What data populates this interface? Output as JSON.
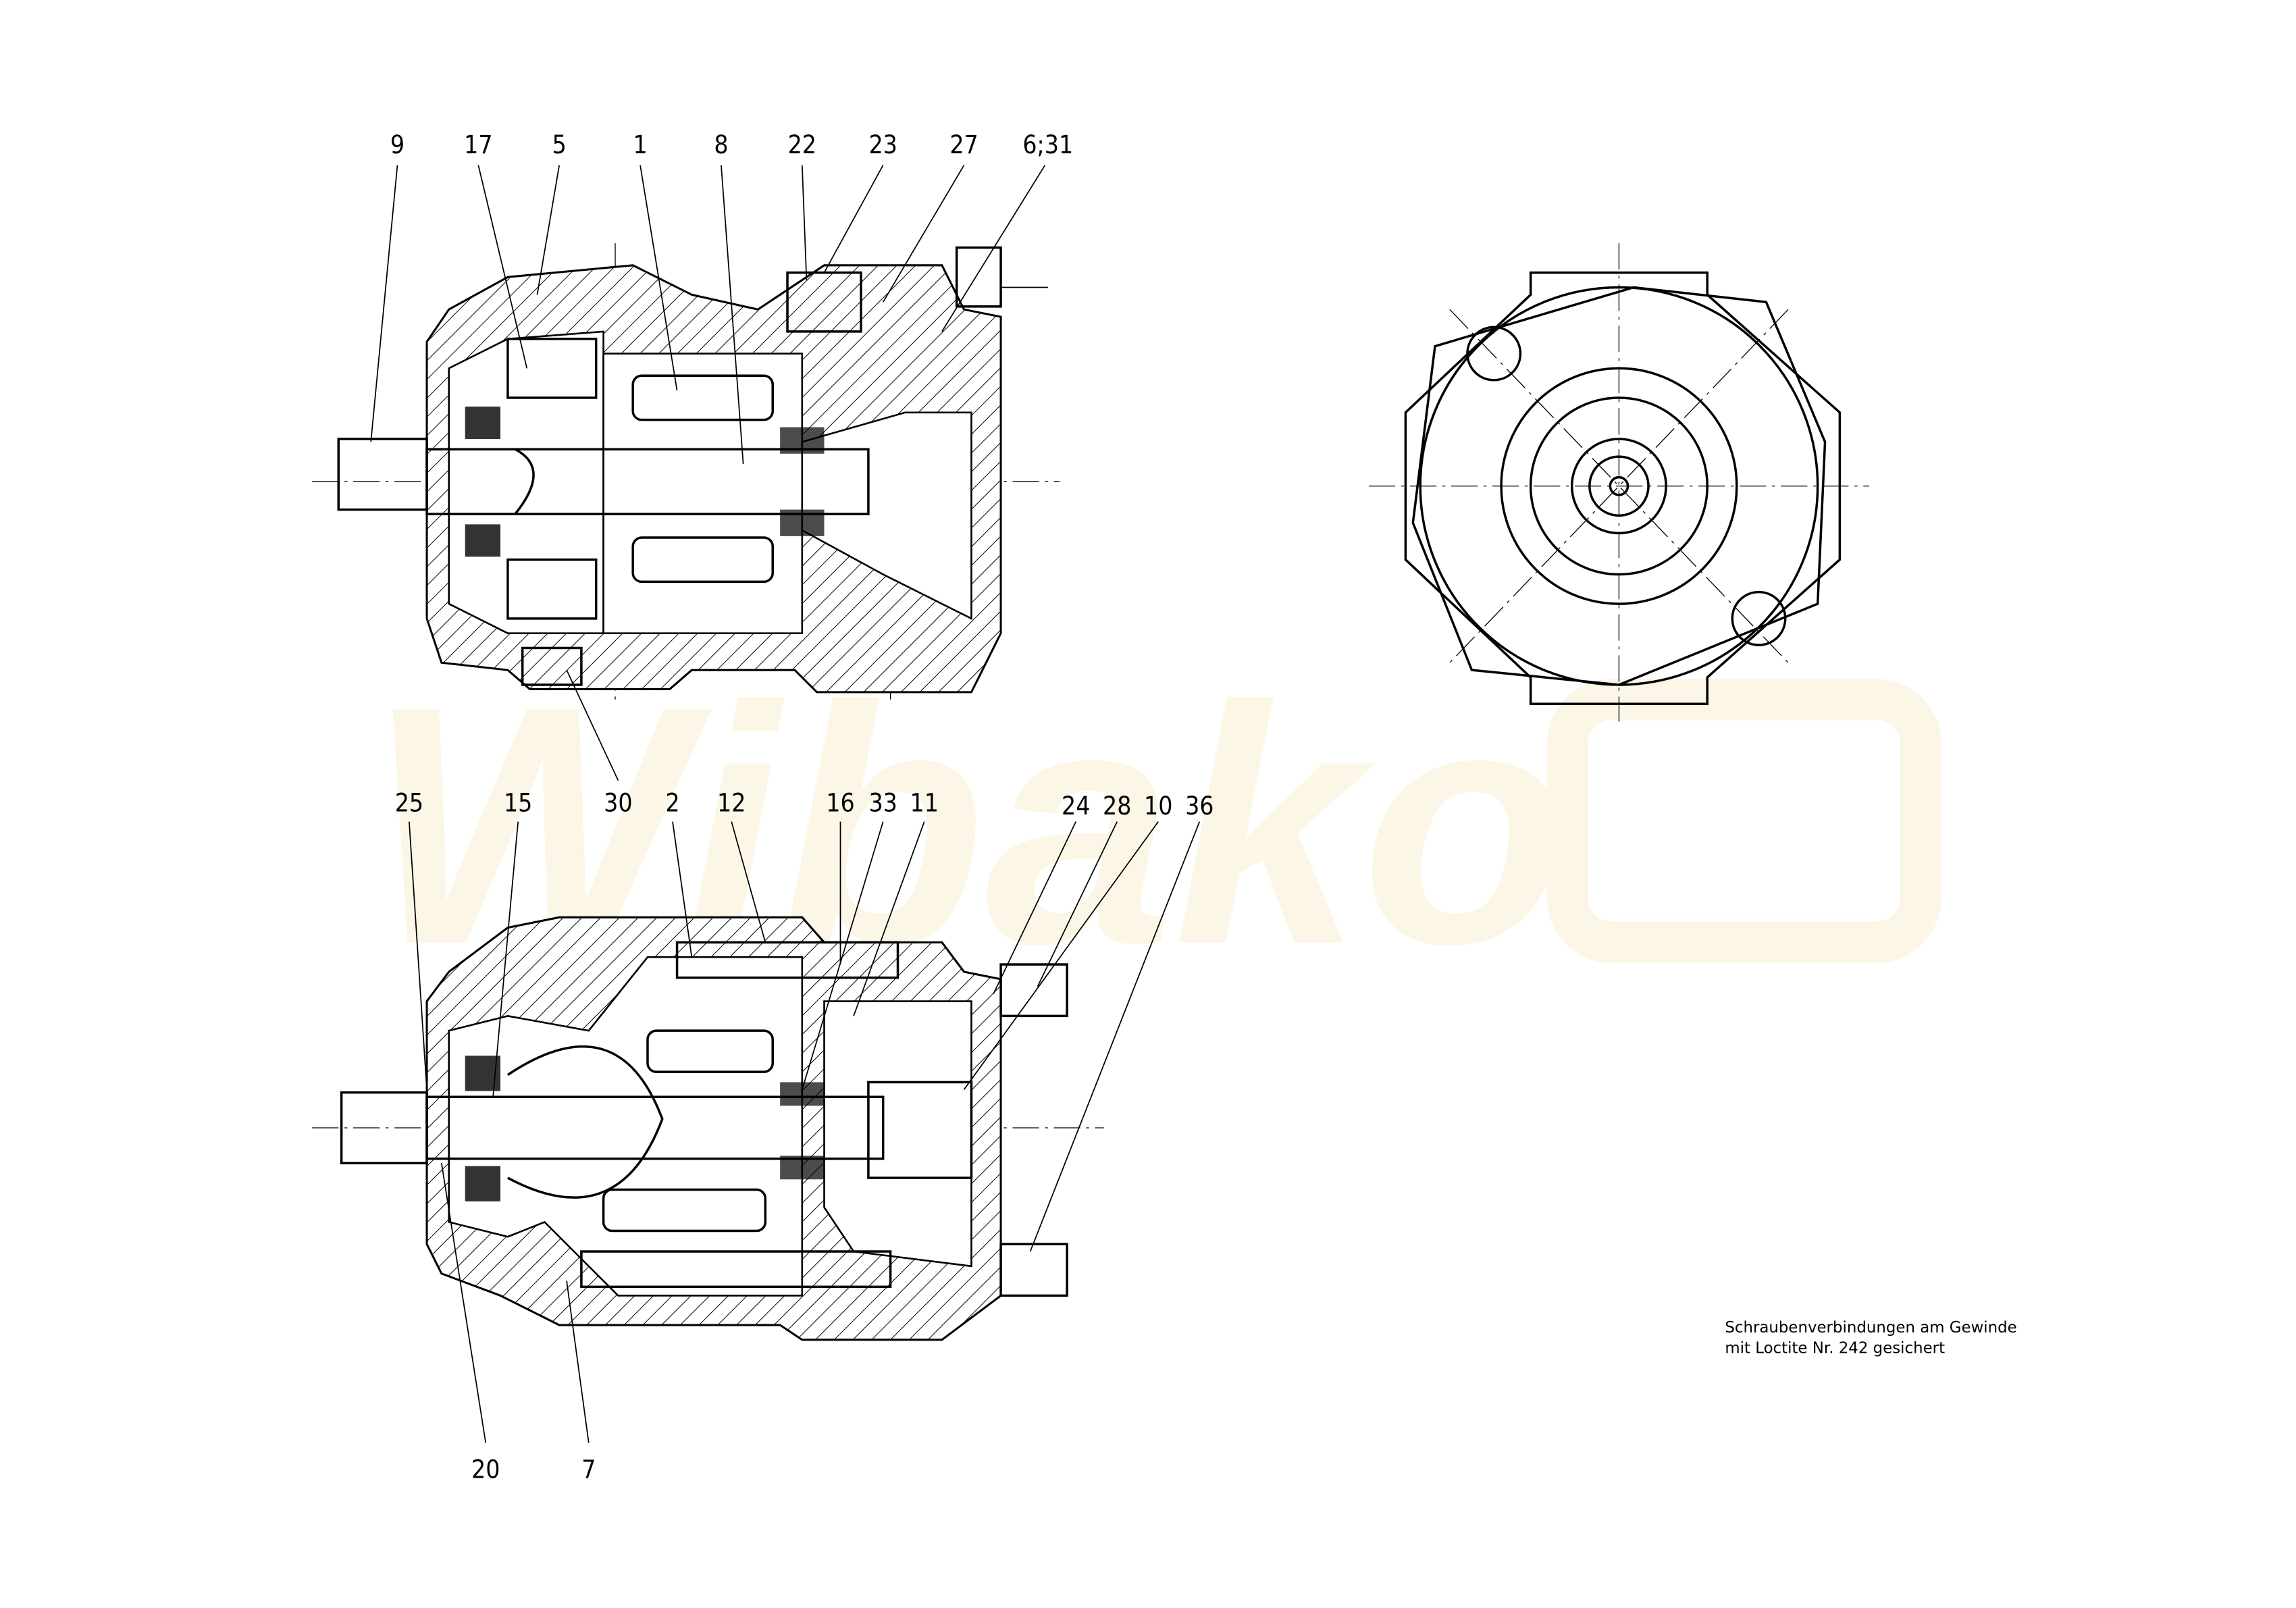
{
  "watermark": "Wibako",
  "top_view": {
    "labels": [
      "9",
      "17",
      "5",
      "1",
      "8",
      "22",
      "23",
      "27",
      "6;31",
      "30"
    ]
  },
  "bottom_view": {
    "labels_top": [
      "25",
      "15",
      "2",
      "12",
      "16",
      "33",
      "11",
      "24",
      "28",
      "10",
      "36"
    ],
    "labels_bottom": [
      "20",
      "7"
    ]
  },
  "note": {
    "line1": "Schraubenverbindungen am Gewinde",
    "line2": "mit Loctite Nr. 242 gesichert"
  }
}
